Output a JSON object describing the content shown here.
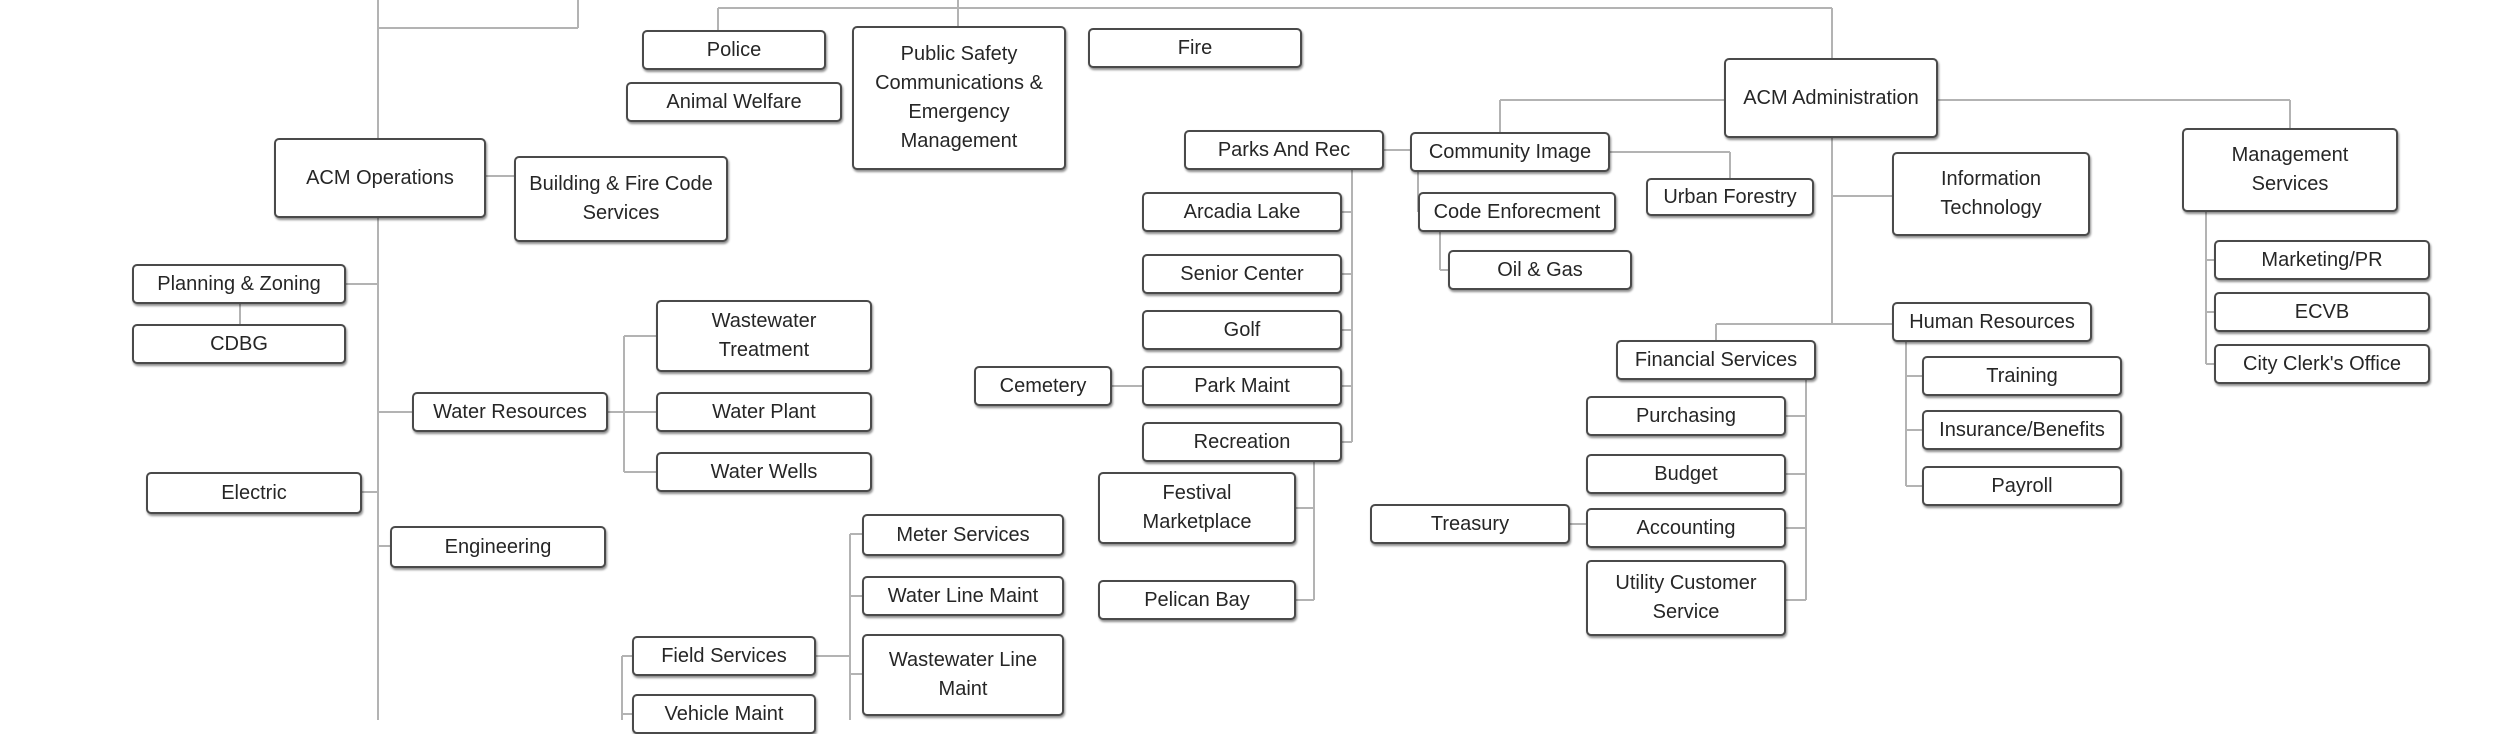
{
  "boxes": {
    "police": "Police",
    "animal_welfare": "Animal Welfare",
    "public_safety": "Public Safety\nCommunications &\nEmergency\nManagement",
    "fire": "Fire",
    "acm_operations": "ACM Operations",
    "building_fire_code": "Building & Fire Code\nServices",
    "planning_zoning": "Planning & Zoning",
    "cdbg": "CDBG",
    "electric": "Electric",
    "water_resources": "Water Resources",
    "wastewater_treatment": "Wastewater\nTreatment",
    "water_plant": "Water Plant",
    "water_wells": "Water Wells",
    "engineering": "Engineering",
    "meter_services": "Meter Services",
    "water_line_maint": "Water Line Maint",
    "wastewater_line_maint": "Wastewater Line\nMaint",
    "field_services": "Field Services",
    "vehicle_maint": "Vehicle Maint",
    "parks_and_rec": "Parks And Rec",
    "arcadia_lake": "Arcadia Lake",
    "senior_center": "Senior Center",
    "golf": "Golf",
    "park_maint": "Park Maint",
    "recreation": "Recreation",
    "cemetery": "Cemetery",
    "festival_marketplace": "Festival\nMarketplace",
    "pelican_bay": "Pelican Bay",
    "community_image": "Community Image",
    "code_enforcement": "Code Enforecment",
    "oil_gas": "Oil & Gas",
    "urban_forestry": "Urban Forestry",
    "acm_administration": "ACM Administration",
    "information_technology": "Information\nTechnology",
    "management_services": "Management\nServices",
    "marketing_pr": "Marketing/PR",
    "ecvb": "ECVB",
    "city_clerk": "City Clerk's Office",
    "human_resources": "Human Resources",
    "training": "Training",
    "insurance_benefits": "Insurance/Benefits",
    "payroll": "Payroll",
    "financial_services": "Financial Services",
    "purchasing": "Purchasing",
    "budget": "Budget",
    "accounting": "Accounting",
    "utility_customer_service": "Utility Customer\nService",
    "treasury": "Treasury"
  }
}
